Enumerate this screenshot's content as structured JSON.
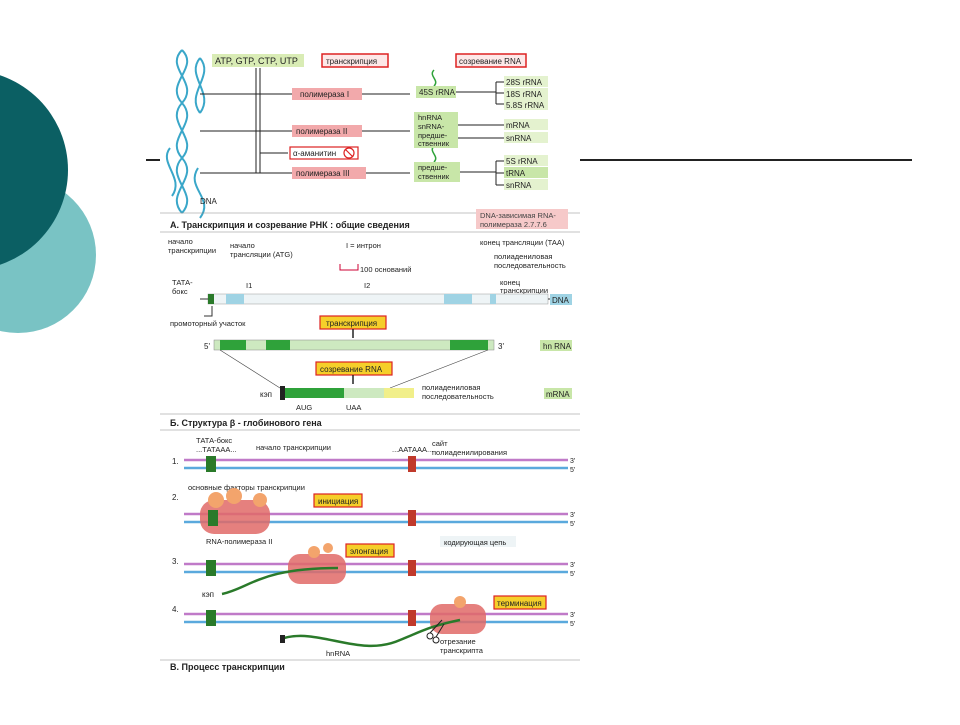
{
  "colors": {
    "teal_dark": "#0b5f63",
    "teal_light": "#79c3c4",
    "gene_green": "#2fa23a",
    "gene_light": "#cde9c0",
    "exon_blue": "#9fd3e4",
    "label_pink": "#f2a9ab",
    "label_yellow": "#f5cf2a",
    "polymerase_red": "#e06a67",
    "strand_pink": "#c07ac8",
    "strand_blue": "#5aa9dd"
  },
  "panel_a": {
    "ntp": "ATP, GTP, CTP, UTP",
    "transcription": "транскрипция",
    "maturation": "созревание RNA",
    "pol1": "полимераза I",
    "pol2": "полимераза II",
    "pol3": "полимераза III",
    "amanitin": "α-аманитин",
    "dna": "DNA",
    "pre_45s": "45S rRNA",
    "hnrna": "hnRNA",
    "snrna_pre": "snRNA-",
    "pre": "предше-",
    "pre2": "ственник",
    "pre3_a": "предше-",
    "pre3_b": "ственник",
    "r28": "28S rRNA",
    "r18": "18S rRNA",
    "r58": "5.8S rRNA",
    "mrna": "mRNA",
    "snrna": "snRNA",
    "r5s": "5S rRNA",
    "trna": "tRNA",
    "snrna2": "snRNA",
    "title": "А. Транскрипция и созревание  РНК : общие сведения",
    "enzyme": "DNA-зависимая RNA-",
    "enzyme2": "полимераза 2.7.7.6"
  },
  "panel_b": {
    "tx_start": "начало",
    "tx_start2": "транскрипции",
    "tl_start": "начало",
    "tl_start2": "трансляции (ATG)",
    "intron": "I = интрон",
    "tl_end": "конец трансляции (ТАА)",
    "polyad_a": "полиадениловая",
    "polyad_b": "последовательность",
    "tata": "ТАТА-",
    "tata2": "бокс",
    "bases": "100 оснований",
    "i1": "I1",
    "i2": "I2",
    "tx_end": "конец",
    "tx_end2": "транскрипции",
    "promoter": "промоторный участок",
    "dna": "DNA",
    "transcription": "транскрипция",
    "five": "5'",
    "three": "3'",
    "hnrna": "hn RNA",
    "maturation": "созревание RNA",
    "cap": "кэп",
    "polyad2_a": "полиадениловая",
    "polyad2_b": "последовательность",
    "aug": "AUG",
    "uaa": "UAA",
    "mrna": "mRNA",
    "title": "Б. Структура  β - глобинового гена"
  },
  "panel_c": {
    "tata": "ТАТА-бокс",
    "tata_seq": "...ТАТААА...",
    "tx_start": "начало транскрипции",
    "aataaa": "...ААТААА...",
    "site": "сайт",
    "site2": "полиаденилирования",
    "s1": "1.",
    "s2": "2.",
    "s3": "3.",
    "s4": "4.",
    "factors": "основные факторы транскрипции",
    "initiation": "инициация",
    "pol2": "RNA-полимераза II",
    "coding": "кодирующая цепь",
    "elongation": "элонгация",
    "cap": "кэп",
    "termination": "терминация",
    "hnrna": "hnRNA",
    "cut": "отрезание",
    "cut2": "транскрипта",
    "three": "3'",
    "five": "5'",
    "title": "В. Процесс  транскрипции"
  }
}
